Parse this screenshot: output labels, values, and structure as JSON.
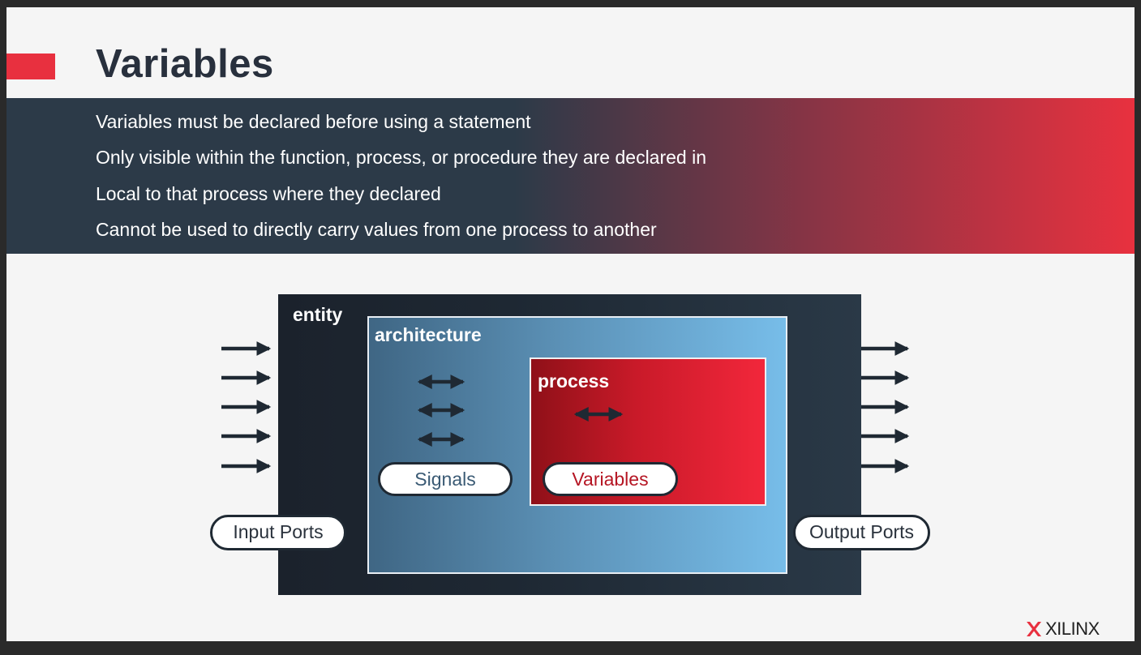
{
  "slide": {
    "title": "Variables",
    "bullets": [
      "Variables must be declared before using a statement",
      "Only visible within the function, process, or procedure they are declared in",
      "Local to that process where they declared",
      "Cannot be used to directly carry values from one process to another"
    ]
  },
  "diagram": {
    "entity_label": "entity",
    "architecture_label": "architecture",
    "process_label": "process",
    "signals_label": "Signals",
    "variables_label": "Variables",
    "input_ports_label": "Input Ports",
    "output_ports_label": "Output Ports"
  },
  "logo": {
    "text": "XILINX",
    "icon": "xilinx-logo-icon"
  },
  "colors": {
    "accent": "#e8303f",
    "band_dark": "#2c3a48",
    "entity_dark": "#1e2833",
    "architecture_blue": "#5b90b5",
    "process_red": "#e0202f"
  }
}
